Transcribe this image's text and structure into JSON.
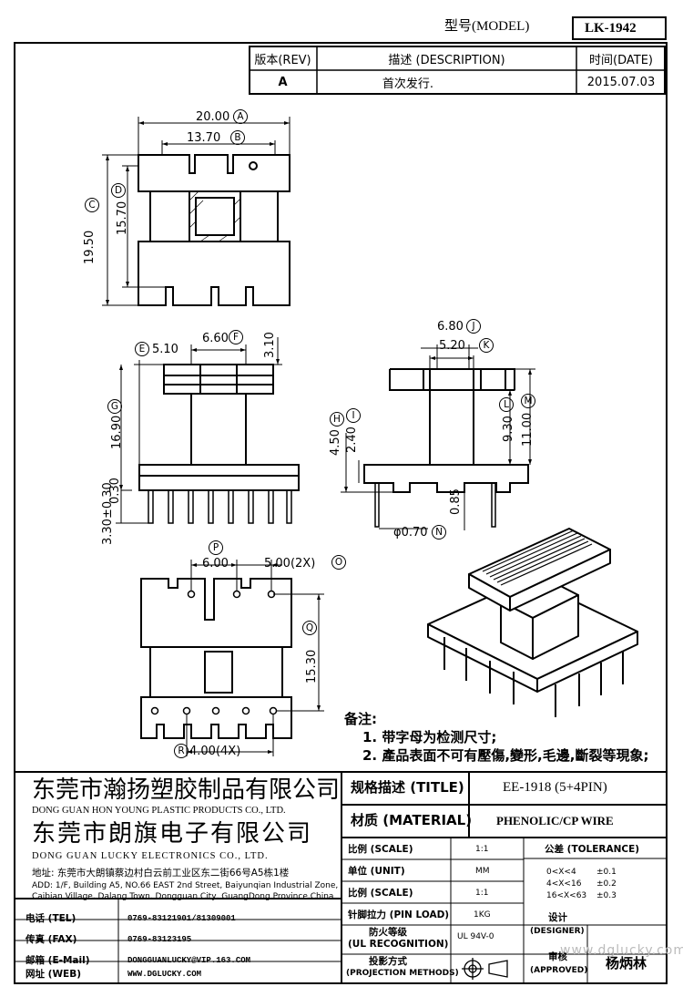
{
  "header": {
    "model_label": "型号(MODEL)",
    "model_value": "LK-1942"
  },
  "revision_table": {
    "col_rev": "版本(REV)",
    "col_desc": "描述 (DESCRIPTION)",
    "col_date": "时间(DATE)",
    "rev": "A",
    "desc": "首次发行.",
    "date": "2015.07.03"
  },
  "dimensions": {
    "A": "20.00",
    "B": "13.70",
    "C": "19.50",
    "D": "15.70",
    "E": "5.10",
    "F": "6.60",
    "F2": "3.10",
    "G": "16.90",
    "G2": "0.30",
    "H": "3.30±0.30",
    "H2": "4.50",
    "I": "2.40",
    "J": "6.80",
    "K": "5.20",
    "L": "9.30",
    "M": "11.00",
    "M2": "0.85",
    "N": "φ0.70",
    "P": "6.00",
    "O": "5.00(2X)",
    "Q": "15.30",
    "R": "4.00(4X)"
  },
  "markers": {
    "A": "A",
    "B": "B",
    "C": "C",
    "D": "D",
    "E": "E",
    "F": "F",
    "G": "G",
    "H": "H",
    "I": "I",
    "J": "J",
    "K": "K",
    "L": "L",
    "M": "M",
    "N": "N",
    "O": "O",
    "P": "P",
    "Q": "Q",
    "R": "R"
  },
  "notes": {
    "title": "备注:",
    "line1": "1. 带字母为检测尺寸;",
    "line2": "2. 產品表面不可有壓傷,變形,毛邊,斷裂等現象;"
  },
  "company": {
    "name_cn_1": "东莞市瀚扬塑胶制品有限公司",
    "name_en_1": "DONG GUAN HON YOUNG PLASTIC PRODUCTS CO., LTD.",
    "name_cn_2": "东莞市朗旗电子有限公司",
    "name_en_2": "DONG GUAN LUCKY ELECTRONICS CO., LTD.",
    "address_cn": "地址: 东莞市大朗镇蔡边村白云前工业区东二街66号A5栋1楼",
    "address_en_1": "ADD: 1/F, Building A5, NO.66 EAST 2nd Street, Baiyunqian Industrial Zone,",
    "address_en_2": "Caibian Village, Dalang Town, Dongguan City, GuangDong Province,China"
  },
  "contact": [
    {
      "label": "电话 (TEL)",
      "value": "0769-83121901/81309001"
    },
    {
      "label": "传真 (FAX)",
      "value": "0769-83123195"
    },
    {
      "label": "邮箱 (E-Mail)",
      "value": "DONGGUANLUCKY@VIP.163.COM"
    },
    {
      "label": "网址 (WEB)",
      "value": "WWW.DGLUCKY.COM"
    }
  ],
  "spec": {
    "title_label": "规格描述 (TITLE)",
    "title_value": "EE-1918 (5+4PIN)",
    "material_label": "材质 (MATERIAL)",
    "material_value": "PHENOLIC/CP WIRE",
    "scale_label": "比例 (SCALE)",
    "scale_value": "1:1",
    "unit_label": "单位 (UNIT)",
    "unit_value": "MM",
    "scale2_label": "比例 (SCALE)",
    "scale2_value": "1:1",
    "pinload_label": "针脚拉力 (PIN LOAD)",
    "pinload_value": "1KG",
    "ul_label_1": "防火等级",
    "ul_label_2": "(UL RECOGNITION)",
    "ul_value": "UL 94V-0",
    "proj_label_1": "投影方式",
    "proj_label_2": "(PROJECTION METHODS)",
    "tolerance_label": "公差 (TOLERANCE)",
    "tol1_range": "0<X<4",
    "tol1_value": "±0.1",
    "tol2_range": "4<X<16",
    "tol2_value": "±0.2",
    "tol3_range": "16<X<63",
    "tol3_value": "±0.3",
    "designer_label_1": "设计",
    "designer_label_2": "(DESIGNER)",
    "approved_label_1": "审核",
    "approved_label_2": "(APPROVED)",
    "approver_name": "杨炳林"
  },
  "watermark": "www.dglucky.com"
}
